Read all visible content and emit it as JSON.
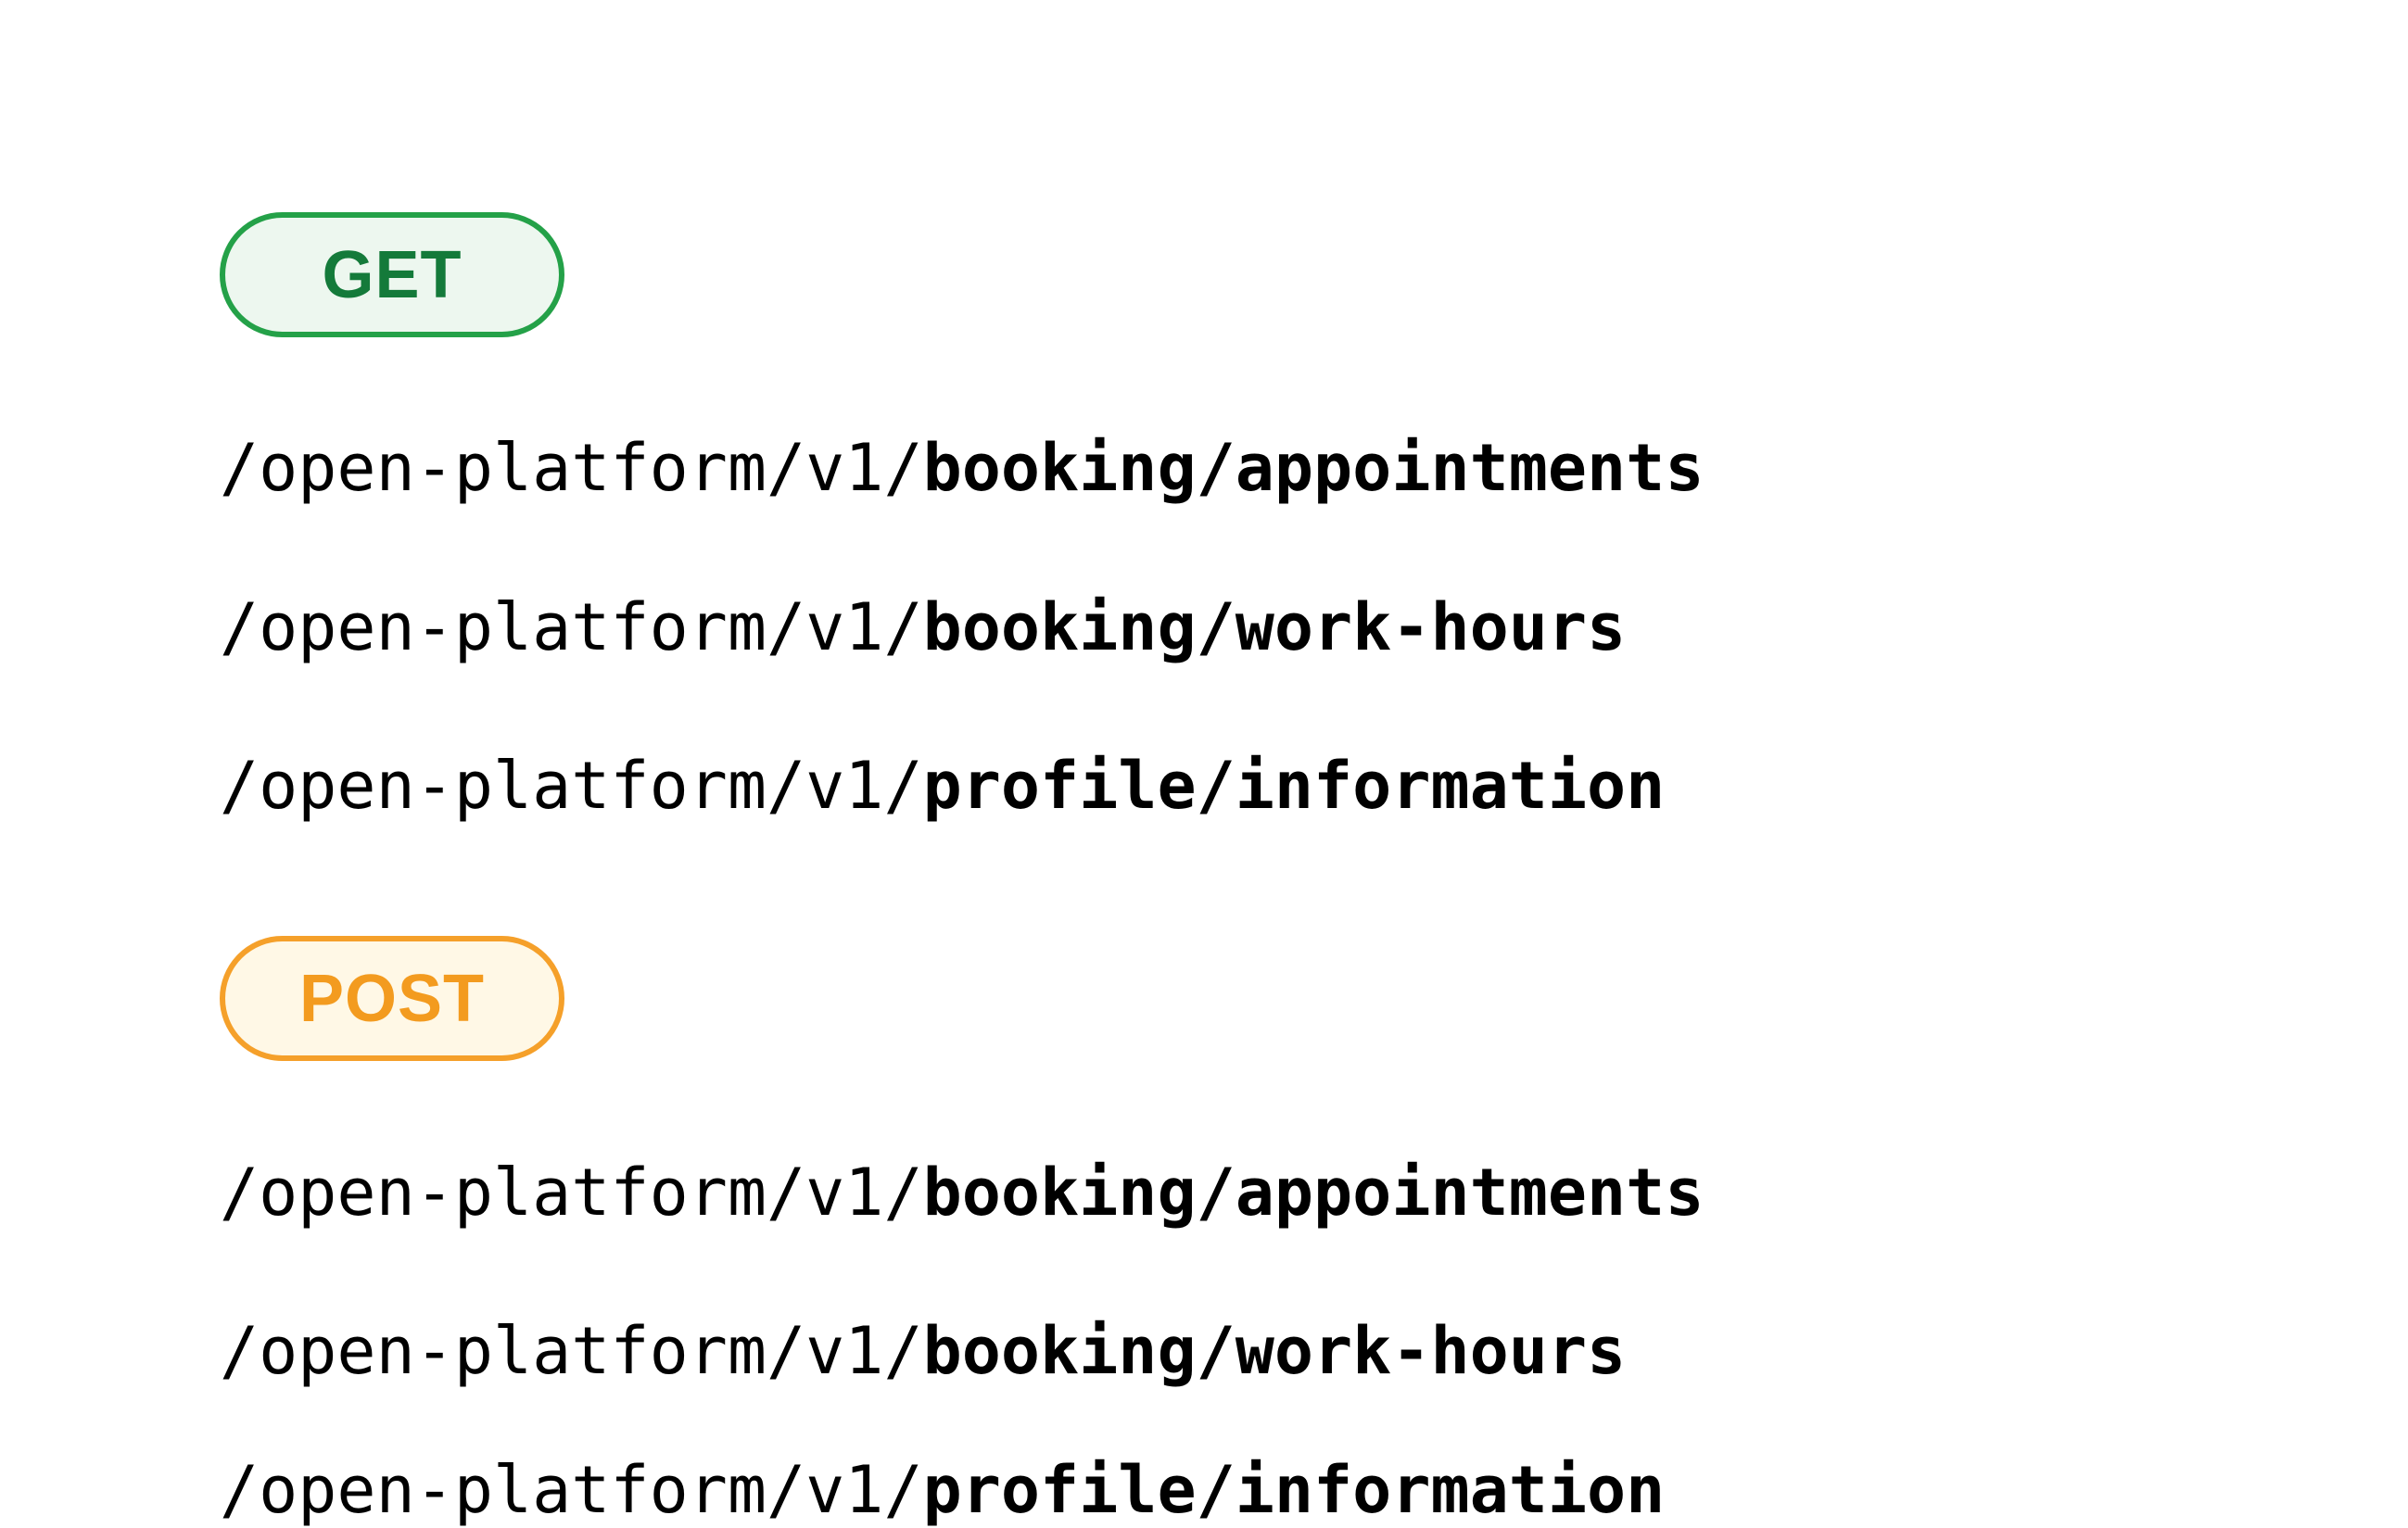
{
  "get_section": {
    "method_label": "GET",
    "method_color": "#24a148",
    "endpoints": [
      {
        "prefix": "/open-platform/v1/",
        "resource": "booking/appointments"
      },
      {
        "prefix": "/open-platform/v1/",
        "resource": "booking/work-hours"
      },
      {
        "prefix": "/open-platform/v1/",
        "resource": "profile/information"
      }
    ]
  },
  "post_section": {
    "method_label": "POST",
    "method_color": "#f5a02a",
    "endpoints": [
      {
        "prefix": "/open-platform/v1/",
        "resource": "booking/appointments"
      },
      {
        "prefix": "/open-platform/v1/",
        "resource": "booking/work-hours"
      },
      {
        "prefix": "/open-platform/v1/",
        "resource": "profile/information"
      }
    ]
  }
}
